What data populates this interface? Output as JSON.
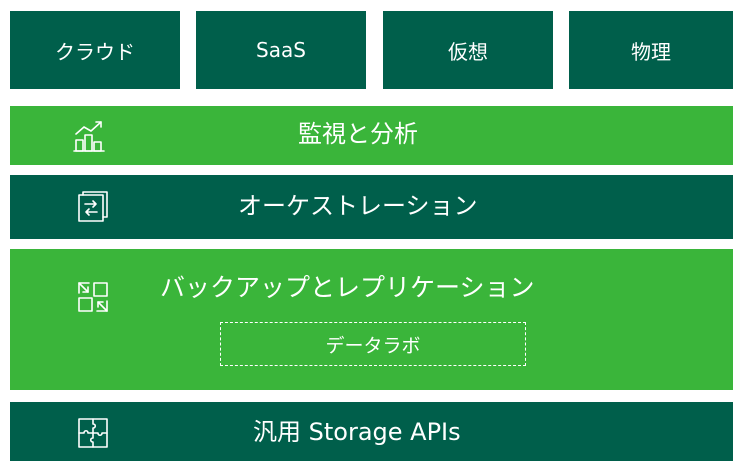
{
  "top_boxes": [
    {
      "label": "クラウド"
    },
    {
      "label": "SaaS"
    },
    {
      "label": "仮想"
    },
    {
      "label": "物理"
    }
  ],
  "layers": {
    "monitoring": {
      "label": "監視と分析",
      "icon": "monitoring-analytics-icon"
    },
    "orchestration": {
      "label": "オーケストレーション",
      "icon": "orchestration-icon"
    },
    "backup": {
      "label": "バックアップとレプリケーション",
      "icon": "backup-replication-icon",
      "sub_label": "データラボ"
    },
    "storage": {
      "label": "汎用 Storage APIs",
      "icon": "puzzle-icon"
    }
  },
  "colors": {
    "dark_green": "#005f4b",
    "bright_green": "#3ab53a",
    "text": "#ffffff"
  }
}
